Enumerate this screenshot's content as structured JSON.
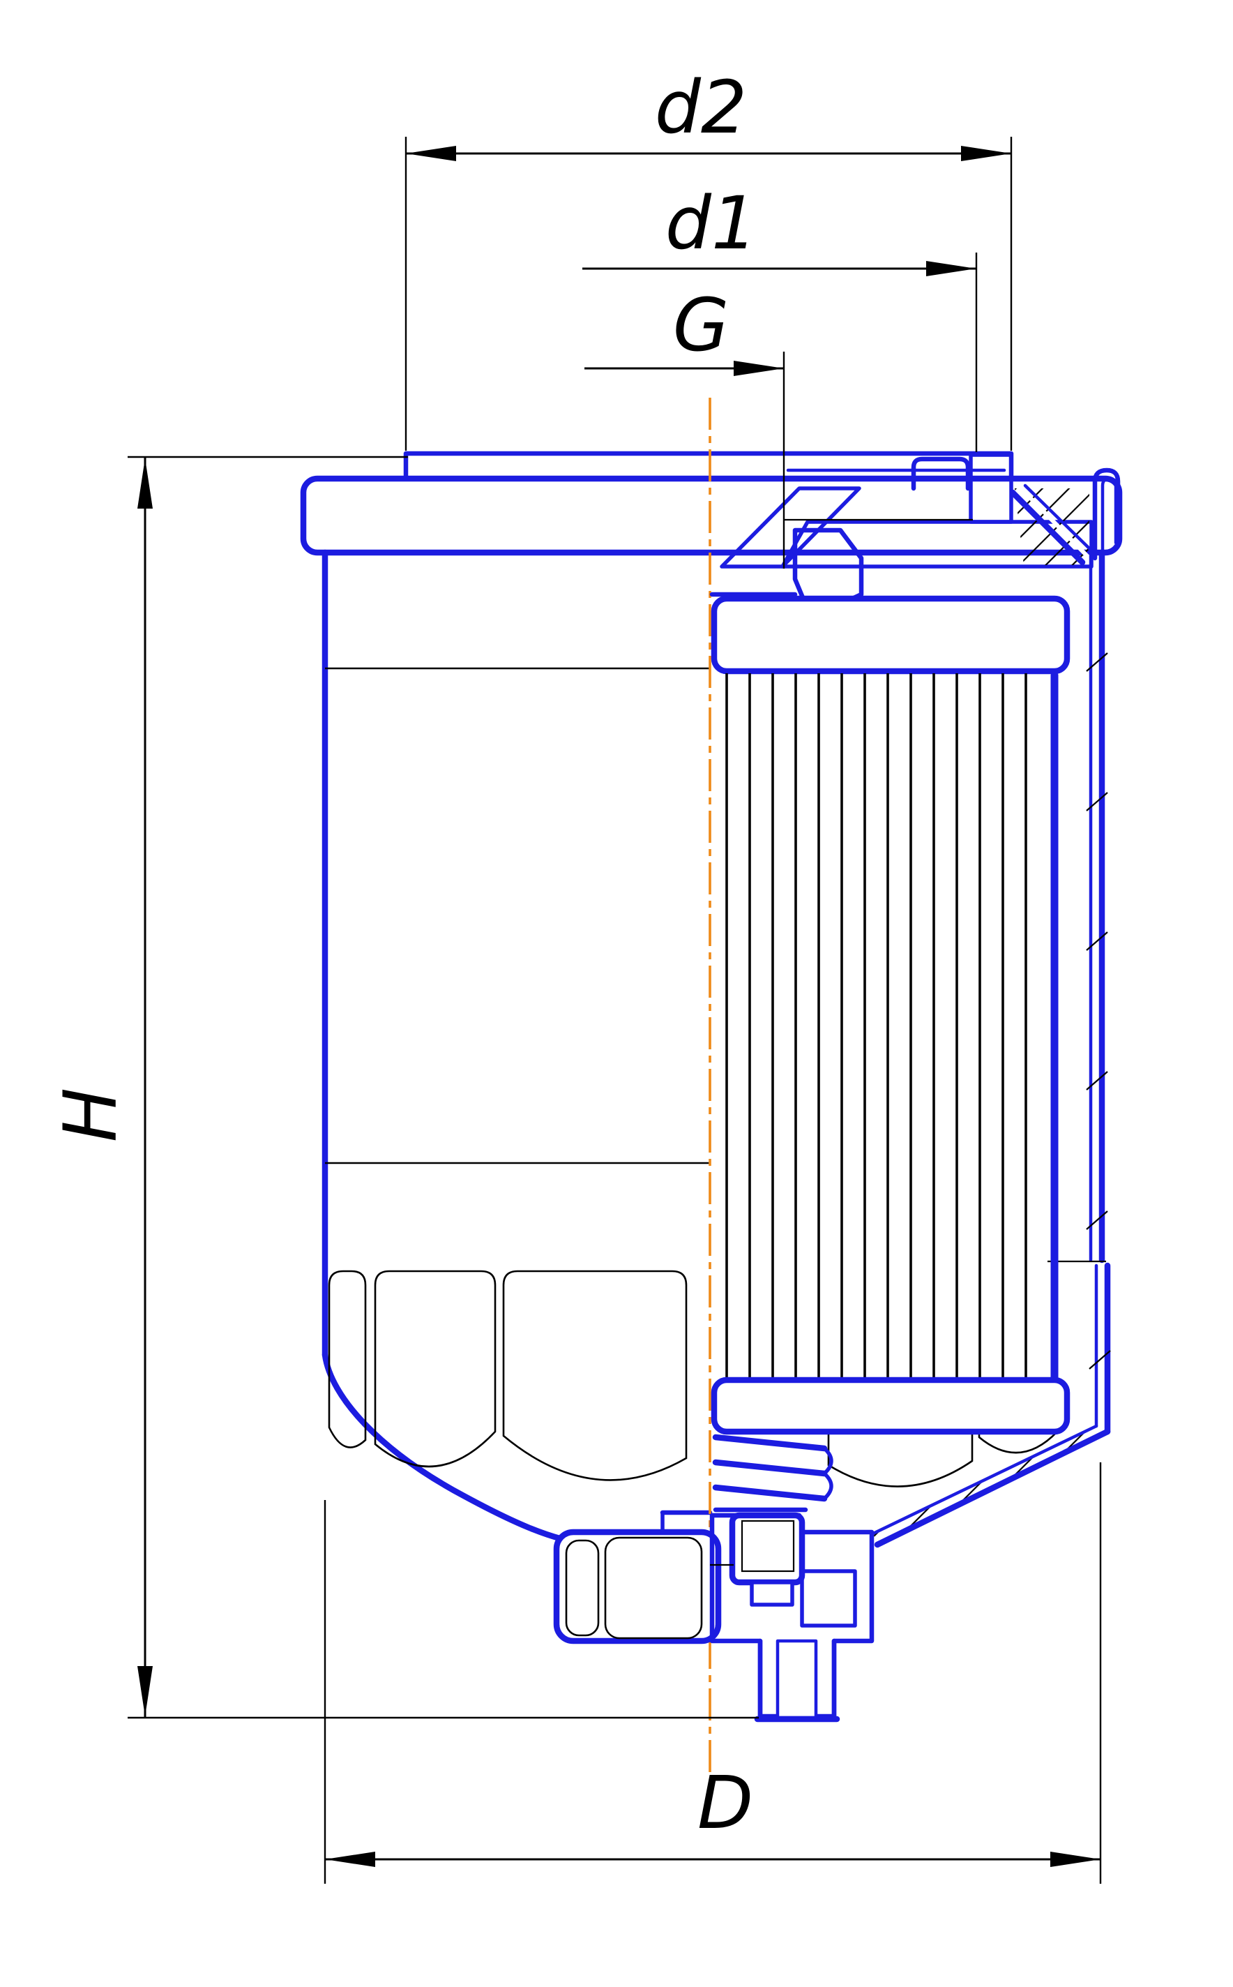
{
  "drawing": {
    "labels": {
      "d2": "d2",
      "d1": "d1",
      "thread": "G",
      "height": "H",
      "diameter": "D"
    },
    "colors": {
      "part_outline": "#1c1ce0",
      "centerline": "#ee8a18",
      "dimension_lines": "#000000",
      "background": "#ffffff"
    }
  }
}
